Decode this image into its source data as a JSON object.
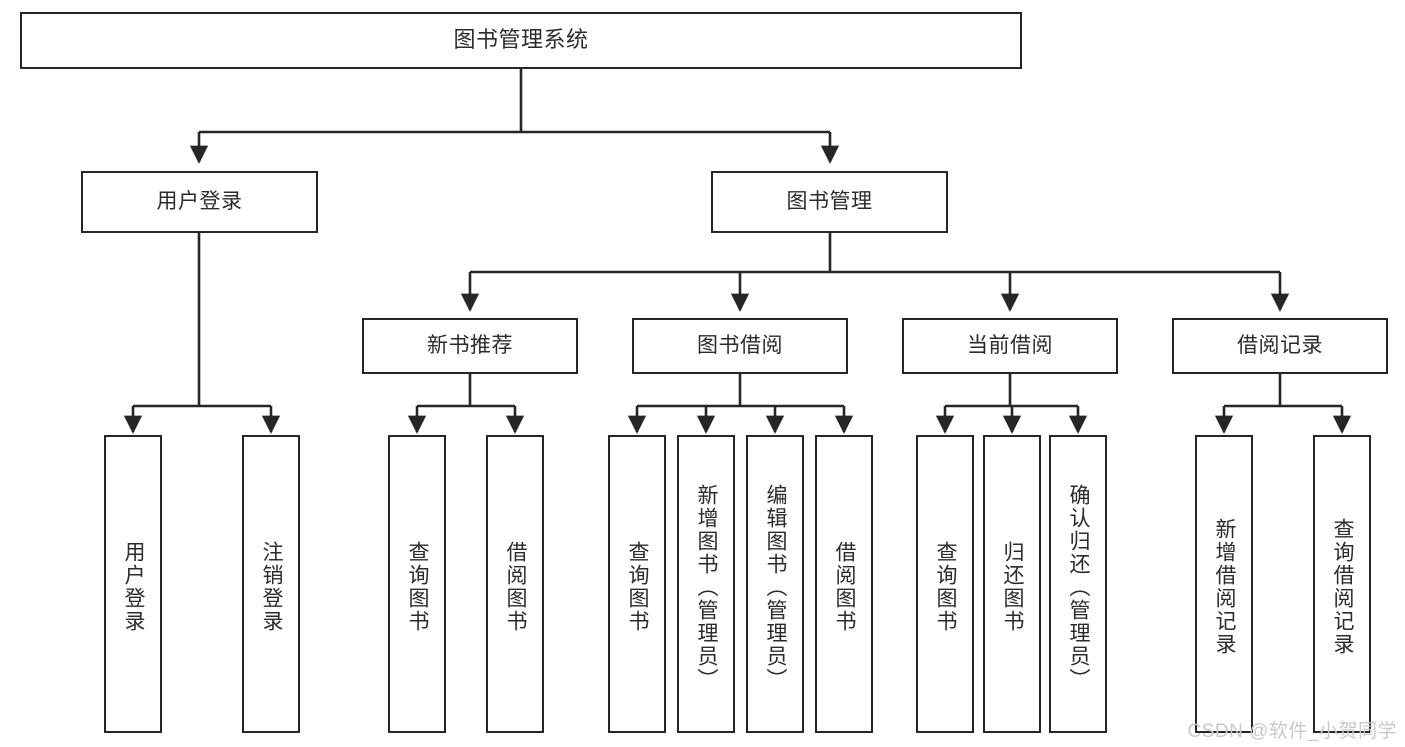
{
  "diagram": {
    "title": "图书管理系统",
    "type": "tree-hierarchy-diagram",
    "colors": {
      "stroke": "#262626",
      "fill": "#ffffff",
      "text": "#2b2b2b",
      "watermark": "#c9c9c9"
    },
    "nodes": {
      "root": {
        "label": "图书管理系统"
      },
      "level1": [
        {
          "label": "用户登录"
        },
        {
          "label": "图书管理"
        }
      ],
      "level2": [
        {
          "label": "新书推荐"
        },
        {
          "label": "图书借阅"
        },
        {
          "label": "当前借阅"
        },
        {
          "label": "借阅记录"
        }
      ],
      "leaves": {
        "user_login": [
          {
            "label": "用户登录"
          },
          {
            "label": "注销登录"
          }
        ],
        "new_book": [
          {
            "label": "查询图书"
          },
          {
            "label": "借阅图书"
          }
        ],
        "book_borrow": [
          {
            "label": "查询图书"
          },
          {
            "label": "新增图书（管理员）"
          },
          {
            "label": "编辑图书（管理员）"
          },
          {
            "label": "借阅图书"
          }
        ],
        "current_borrow": [
          {
            "label": "查询图书"
          },
          {
            "label": "归还图书"
          },
          {
            "label": "确认归还（管理员）"
          }
        ],
        "borrow_record": [
          {
            "label": "新增借阅记录"
          },
          {
            "label": "查询借阅记录"
          }
        ]
      }
    },
    "watermark": "CSDN @软件_小贺同学"
  }
}
